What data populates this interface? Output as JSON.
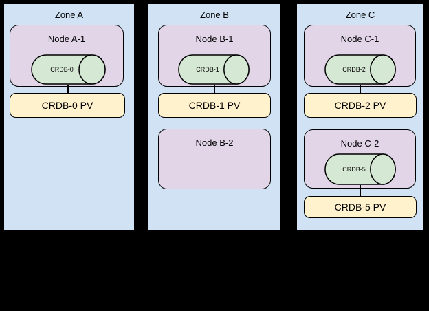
{
  "diagram": {
    "zones": [
      {
        "title": "Zone A",
        "nodes": [
          {
            "title": "Node A-1",
            "db_label": "CRDB-0",
            "pv_label": "CRDB-0 PV"
          }
        ]
      },
      {
        "title": "Zone B",
        "nodes": [
          {
            "title": "Node B-1",
            "db_label": "CRDB-1",
            "pv_label": "CRDB-1 PV"
          },
          {
            "title": "Node B-2"
          }
        ]
      },
      {
        "title": "Zone C",
        "nodes": [
          {
            "title": "Node C-1",
            "db_label": "CRDB-2",
            "pv_label": "CRDB-2 PV"
          },
          {
            "title": "Node C-2",
            "db_label": "CRDB-5",
            "pv_label": "CRDB-5 PV"
          }
        ]
      }
    ],
    "icons": [
      {
        "name": "database-cylinder-icon",
        "shape": "horizontal-cylinder"
      }
    ],
    "colors": {
      "background": "#000000",
      "zone_fill": "#d0e2f3",
      "node_fill": "#e1d5e7",
      "db_fill": "#d5e8d4",
      "pv_fill": "#fff2cc",
      "stroke_color": "#000000",
      "text_color": "#000000"
    }
  }
}
